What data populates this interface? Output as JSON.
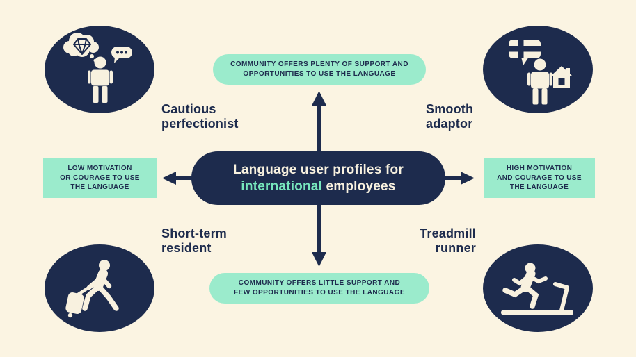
{
  "title": {
    "line1": "Language user profiles for",
    "accent_word": "international",
    "line2_rest": "employees"
  },
  "axes": {
    "top": "COMMUNITY OFFERS PLENTY OF SUPPORT AND\nOPPORTUNITIES TO USE THE LANGUAGE",
    "bottom": "COMMUNITY OFFERS LITTLE SUPPORT AND\nFEW OPPORTUNITIES TO USE THE LANGUAGE",
    "left": "LOW MOTIVATION\nOR COURAGE TO USE\nTHE LANGUAGE",
    "right": "HIGH MOTIVATION\nAND COURAGE TO USE\nTHE LANGUAGE"
  },
  "quadrants": {
    "top_left": {
      "label": "Cautious\nperfectionist",
      "icon": "thinking-person-diamond-speech-icon"
    },
    "top_right": {
      "label": "Smooth\nadaptor",
      "icon": "person-finnish-flag-speech-house-icon"
    },
    "bottom_left": {
      "label": "Short-term\nresident",
      "icon": "traveler-with-suitcase-icon"
    },
    "bottom_right": {
      "label": "Treadmill\nrunner",
      "icon": "runner-on-treadmill-icon"
    }
  },
  "colors": {
    "background": "#FBF4E2",
    "navy": "#1D2B4D",
    "mint": "#9BEBCC",
    "accent_text": "#77E7BD",
    "cream": "#F8F1DF"
  }
}
